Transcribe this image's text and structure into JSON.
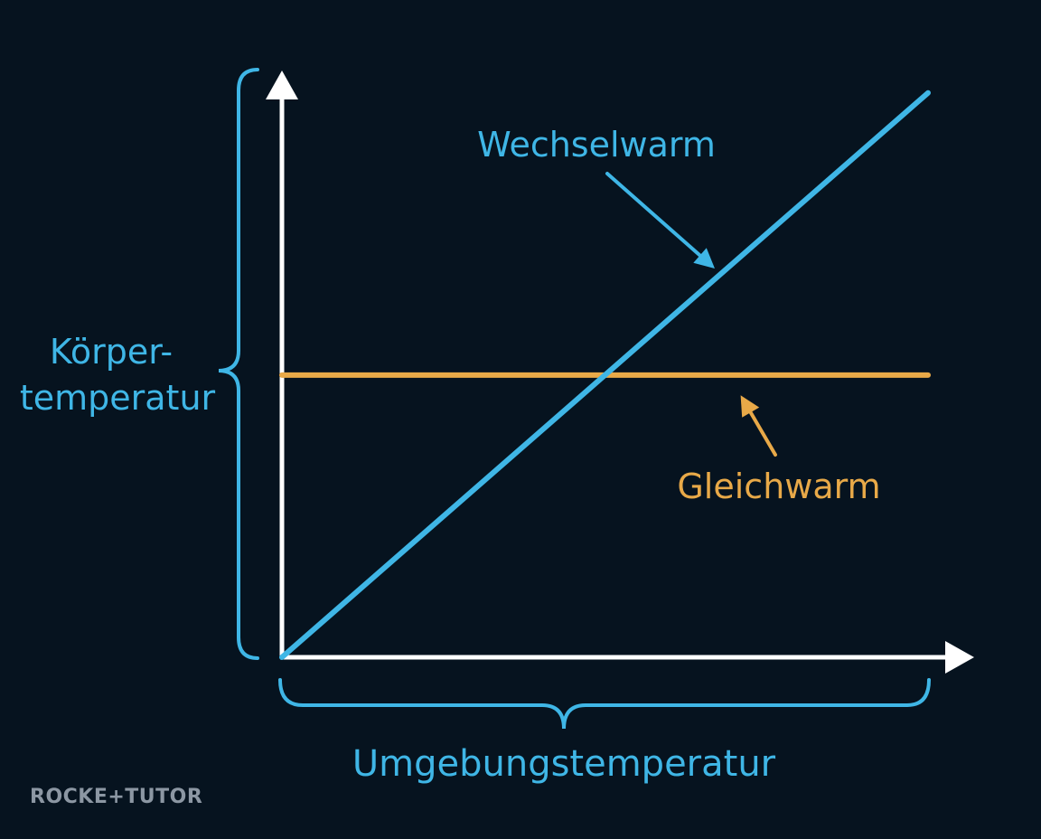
{
  "logo": {
    "text": "ROCKE+TUTOR"
  },
  "colors": {
    "background": "#06131f",
    "axis": "#ffffff",
    "wechselwarm": "#3fb6e6",
    "gleichwarm": "#e8a948",
    "brace": "#3fb6e6"
  },
  "chart_data": {
    "type": "line",
    "title": "",
    "xlabel": "Umgebungstemperatur",
    "ylabel_lines": [
      "Körper-",
      "temperatur"
    ],
    "xlim": [
      0,
      10
    ],
    "ylim": [
      0,
      10
    ],
    "grid": false,
    "ticks": false,
    "series": [
      {
        "name": "Wechselwarm",
        "key": "wechselwarm",
        "x": [
          0,
          10
        ],
        "y": [
          0,
          9.8
        ]
      },
      {
        "name": "Gleichwarm",
        "key": "gleichwarm",
        "x": [
          0,
          10
        ],
        "y": [
          4.9,
          4.9
        ]
      }
    ],
    "annotations": [
      {
        "label": "Wechselwarm",
        "series": "wechselwarm",
        "target_x": 6.7,
        "target_y": 6.75
      },
      {
        "label": "Gleichwarm",
        "series": "gleichwarm",
        "target_x": 7.1,
        "target_y": 4.55
      }
    ]
  }
}
